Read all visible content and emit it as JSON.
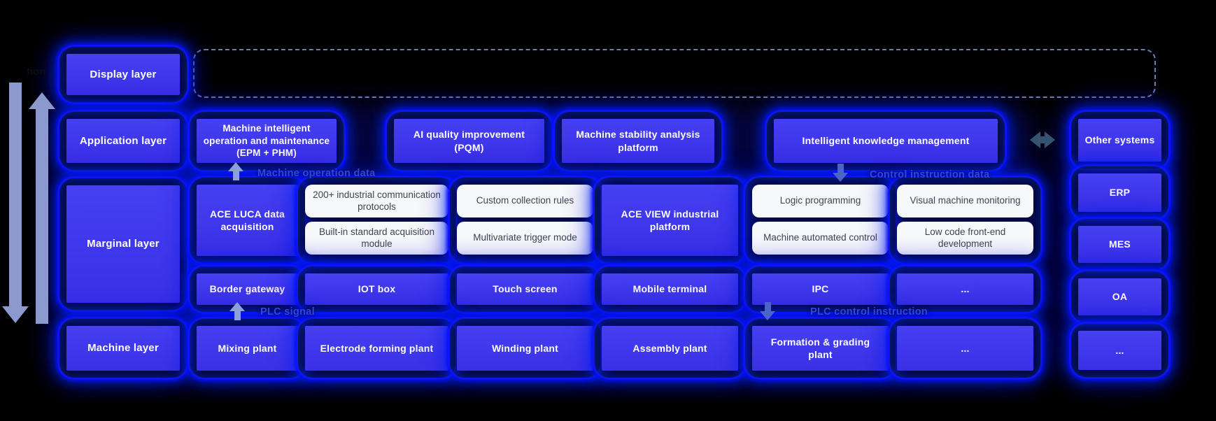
{
  "partial_label": "tion",
  "layers": {
    "display": "Display layer",
    "application": "Application layer",
    "marginal": "Marginal layer",
    "machine": "Machine layer"
  },
  "application_row": [
    "Machine intelligent operation and maintenance (EPM + PHM)",
    "AI quality improvement (PQM)",
    "Machine stability analysis platform",
    "Intelligent knowledge management"
  ],
  "flow_labels": {
    "machine_operation_data": "Machine operation data",
    "control_instruction_data": "Control instruction data",
    "plc_signal": "PLC signal",
    "plc_control_instruction": "PLC control instruction"
  },
  "marginal_row": {
    "ace_luca": "ACE LUCA data acquisition",
    "features_left": [
      "200+ industrial communication protocols",
      "Built-in standard acquisition module",
      "Custom collection rules",
      "Multivariate trigger mode"
    ],
    "ace_view": "ACE VIEW industrial platform",
    "features_right": [
      "Logic programming",
      "Machine automated control",
      "Visual machine monitoring",
      "Low code front-end development"
    ]
  },
  "device_row": [
    "Border gateway",
    "IOT box",
    "Touch screen",
    "Mobile terminal",
    "IPC",
    "..."
  ],
  "machine_row": [
    "Mixing plant",
    "Electrode forming plant",
    "Winding plant",
    "Assembly plant",
    "Formation & grading plant",
    "..."
  ],
  "other_systems": {
    "title": "Other systems",
    "items": [
      "ERP",
      "MES",
      "OA",
      "..."
    ]
  },
  "colors": {
    "background": "#000000",
    "box_blue": "#3d35ec",
    "glow_blue": "#1016fa",
    "white_box": "#f7f8fa",
    "flow_label_blue": "#3047da",
    "arrow_gray_blue": "#8b99cf",
    "dashed_outline": "#829be6"
  }
}
